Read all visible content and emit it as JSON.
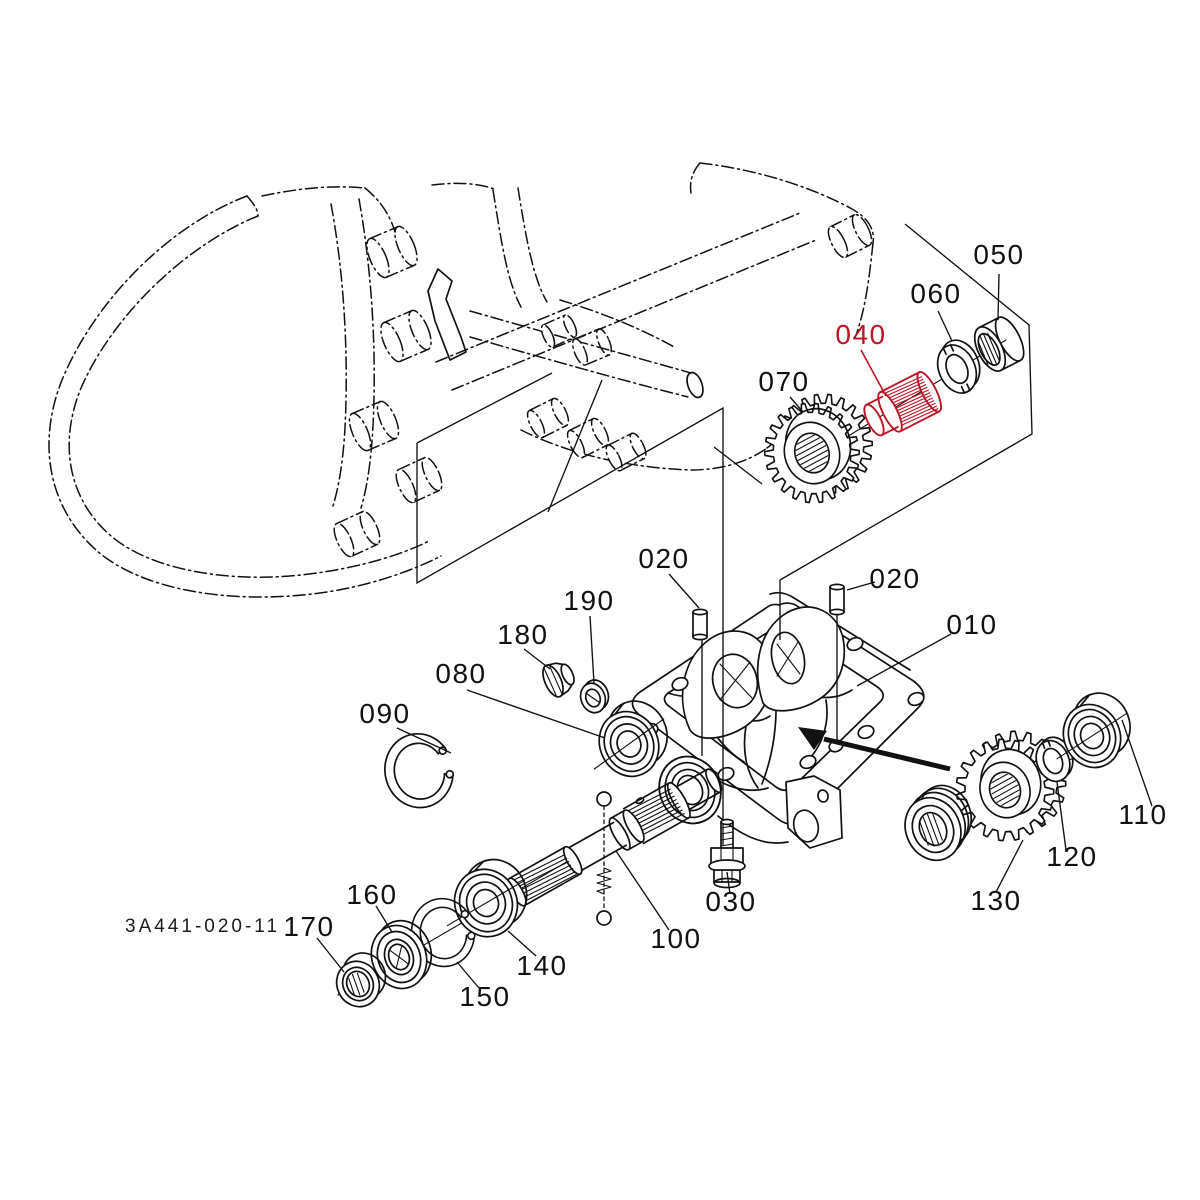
{
  "diagram": {
    "drawing_number": "3A441-020-11",
    "highlighted_part": "040",
    "colors": {
      "line": "#111111",
      "highlight": "#bb1526",
      "background": "#ffffff"
    },
    "labels": [
      {
        "id": "010",
        "text": "010"
      },
      {
        "id": "020-upper",
        "text": "020"
      },
      {
        "id": "020-right",
        "text": "020"
      },
      {
        "id": "030",
        "text": "030"
      },
      {
        "id": "040",
        "text": "040"
      },
      {
        "id": "050",
        "text": "050"
      },
      {
        "id": "060",
        "text": "060"
      },
      {
        "id": "070",
        "text": "070"
      },
      {
        "id": "080",
        "text": "080"
      },
      {
        "id": "090",
        "text": "090"
      },
      {
        "id": "100",
        "text": "100"
      },
      {
        "id": "110",
        "text": "110"
      },
      {
        "id": "120",
        "text": "120"
      },
      {
        "id": "130",
        "text": "130"
      },
      {
        "id": "140",
        "text": "140"
      },
      {
        "id": "150",
        "text": "150"
      },
      {
        "id": "160",
        "text": "160"
      },
      {
        "id": "170",
        "text": "170"
      },
      {
        "id": "180",
        "text": "180"
      },
      {
        "id": "190",
        "text": "190"
      }
    ]
  }
}
